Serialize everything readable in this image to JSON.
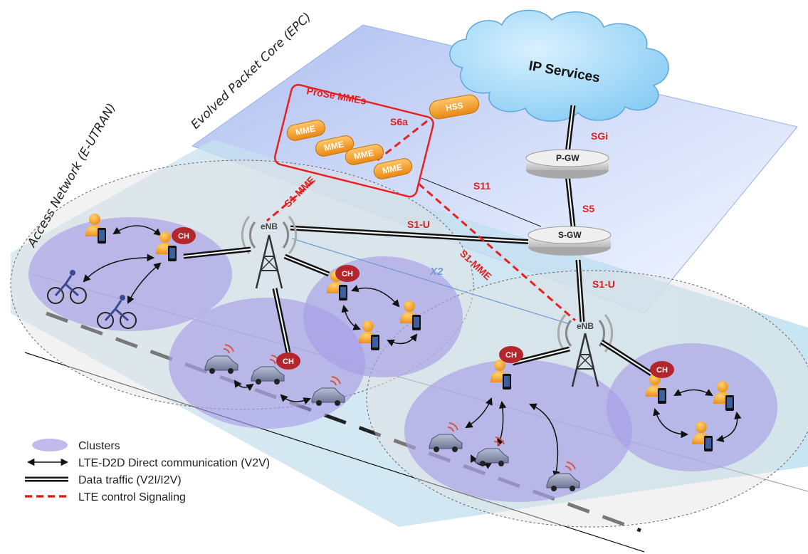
{
  "planes": {
    "epc_title": "Evolved Packet Core (EPC)",
    "access_title": "Access Network (E-UTRAN)"
  },
  "cloud": {
    "label": "IP Services"
  },
  "prose": {
    "title": "ProSe MMEs",
    "mmes": [
      "MME",
      "MME",
      "MME",
      "MME"
    ]
  },
  "nodes": {
    "hss": "HSS",
    "pgw": "P-GW",
    "sgw": "S-GW",
    "enb_left": "eNB",
    "enb_right": "eNB"
  },
  "interfaces": {
    "s6a": "S6a",
    "sgi": "SGi",
    "s11": "S11",
    "s5": "S5",
    "s1u_top": "S1-U",
    "s1u_right": "S1-U",
    "s1mme_left": "S1-MME",
    "s1mme_right": "S1-MME",
    "x2": "X2"
  },
  "cluster_head": "CH",
  "legend": {
    "clusters": "Clusters",
    "d2d": "LTE-D2D Direct communication (V2V)",
    "data": "Data traffic (V2I/I2V)",
    "control": "LTE control Signaling"
  },
  "colors": {
    "control_signaling": "#e82020",
    "cluster_fill": "#a79ee6",
    "epc_plane": "#c6d4f8",
    "access_plane": "#c8e4f2",
    "mme_orange": "#f09a2a",
    "ch_badge": "#b3262c"
  }
}
